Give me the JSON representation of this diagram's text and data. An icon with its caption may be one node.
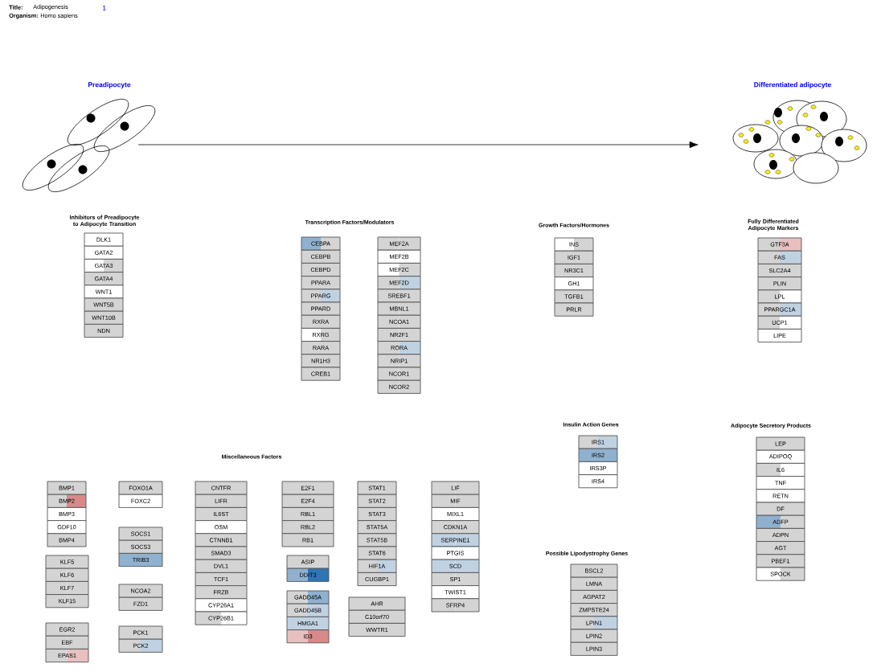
{
  "diagram": {
    "title": "Adipogenesis",
    "nodes": [
      {
        "text": [
          "Preadipocyte"
        ]
      },
      {
        "text": [
          "Differentiated adipocyte"
        ]
      },
      {
        "text": [
          "DLK1"
        ]
      },
      {
        "text": [
          "GATA2"
        ]
      },
      {
        "text": [
          "GATA3"
        ]
      },
      {
        "text": [
          "GATA4"
        ]
      },
      {
        "text": [
          "WNT1"
        ]
      },
      {
        "text": [
          "WNT5B"
        ]
      },
      {
        "text": [
          "WNT10B"
        ]
      },
      {
        "text": [
          "NDN"
        ]
      },
      {
        "text": [
          "CEBPA"
        ]
      },
      {
        "text": [
          "CEBPB"
        ]
      },
      {
        "text": [
          "CEBPD"
        ]
      },
      {
        "text": [
          "PPARA"
        ]
      },
      {
        "text": [
          "PPARG"
        ]
      },
      {
        "text": [
          "PPARD"
        ]
      },
      {
        "text": [
          "RXRA"
        ]
      },
      {
        "text": [
          "RXRG"
        ]
      },
      {
        "text": [
          "RARA"
        ]
      },
      {
        "text": [
          "NR1H3"
        ]
      },
      {
        "text": [
          "CREB1"
        ]
      },
      {
        "text": [
          "MEF2A"
        ]
      },
      {
        "text": [
          "MEF2B"
        ]
      },
      {
        "text": [
          "MEF2C"
        ]
      },
      {
        "text": [
          "MEF2D"
        ]
      },
      {
        "text": [
          "SREBF1"
        ]
      },
      {
        "text": [
          "MBNL1"
        ]
      },
      {
        "text": [
          "NCOA1"
        ]
      },
      {
        "text": [
          "NR2F1"
        ]
      },
      {
        "text": [
          "RORA"
        ]
      },
      {
        "text": [
          "NRIP1"
        ]
      },
      {
        "text": [
          "NCOR1"
        ]
      },
      {
        "text": [
          "NCOR2"
        ]
      },
      {
        "text": [
          "INS"
        ]
      },
      {
        "text": [
          "IGF1"
        ]
      },
      {
        "text": [
          "NR3C1"
        ]
      },
      {
        "text": [
          "GH1"
        ]
      },
      {
        "text": [
          "TGFB1"
        ]
      },
      {
        "text": [
          "PRLR"
        ]
      },
      {
        "text": [
          "GTF3A"
        ]
      },
      {
        "text": [
          "FAS"
        ]
      },
      {
        "text": [
          "SLC2A4"
        ]
      },
      {
        "text": [
          "PLIN"
        ]
      },
      {
        "text": [
          "LPL"
        ]
      },
      {
        "text": [
          "PPARGC1A"
        ]
      },
      {
        "text": [
          "UCP1"
        ]
      },
      {
        "text": [
          "LIPE"
        ]
      },
      {
        "text": [
          "IRS1"
        ]
      },
      {
        "text": [
          "IRS2"
        ]
      },
      {
        "text": [
          "IRS3P"
        ]
      },
      {
        "text": [
          "IRS4"
        ]
      },
      {
        "text": [
          "LEP"
        ]
      },
      {
        "text": [
          "ADIPOQ"
        ]
      },
      {
        "text": [
          "IL6"
        ]
      },
      {
        "text": [
          "TNF"
        ]
      },
      {
        "text": [
          "RETN"
        ]
      },
      {
        "text": [
          "DF"
        ]
      },
      {
        "text": [
          "ADFP"
        ]
      },
      {
        "text": [
          "ADPN"
        ]
      },
      {
        "text": [
          "AGT"
        ]
      },
      {
        "text": [
          "PBEF1"
        ]
      },
      {
        "text": [
          "SPOCK"
        ]
      },
      {
        "text": [
          "BSCL2"
        ]
      },
      {
        "text": [
          "LMNA"
        ]
      },
      {
        "text": [
          "AGPAT2"
        ]
      },
      {
        "text": [
          "ZMPSTE24"
        ]
      },
      {
        "text": [
          "LPIN1"
        ]
      },
      {
        "text": [
          "LPIN2"
        ]
      },
      {
        "text": [
          "LPIN3"
        ]
      },
      {
        "text": [
          "BMP1"
        ]
      },
      {
        "text": [
          "BMP2"
        ]
      },
      {
        "text": [
          "BMP3"
        ]
      },
      {
        "text": [
          "GDF10"
        ]
      },
      {
        "text": [
          "BMP4"
        ]
      },
      {
        "text": [
          "KLF5"
        ]
      },
      {
        "text": [
          "KLF6"
        ]
      },
      {
        "text": [
          "KLF7"
        ]
      },
      {
        "text": [
          "KLF15"
        ]
      },
      {
        "text": [
          "EGR2"
        ]
      },
      {
        "text": [
          "EBF"
        ]
      },
      {
        "text": [
          "EPAS1"
        ]
      },
      {
        "text": [
          "FOXO1A"
        ]
      },
      {
        "text": [
          "FOXC2"
        ]
      },
      {
        "text": [
          "SOCS1"
        ]
      },
      {
        "text": [
          "SOCS3"
        ]
      },
      {
        "text": [
          "TRIB3"
        ]
      },
      {
        "text": [
          "NCOA2"
        ]
      },
      {
        "text": [
          "FZD1"
        ]
      },
      {
        "text": [
          "PCK1"
        ]
      },
      {
        "text": [
          "PCK2"
        ]
      },
      {
        "text": [
          "CNTFR"
        ]
      },
      {
        "text": [
          "LIFR"
        ]
      },
      {
        "text": [
          "IL6ST"
        ]
      },
      {
        "text": [
          "OSM"
        ]
      },
      {
        "text": [
          "CTNNB1"
        ]
      },
      {
        "text": [
          "SMAD3"
        ]
      },
      {
        "text": [
          "DVL1"
        ]
      },
      {
        "text": [
          "TCF1"
        ]
      },
      {
        "text": [
          "FRZB"
        ]
      },
      {
        "text": [
          "CYP26A1"
        ]
      },
      {
        "text": [
          "CYP26B1"
        ]
      },
      {
        "text": [
          "E2F1"
        ]
      },
      {
        "text": [
          "E2F4"
        ]
      },
      {
        "text": [
          "RBL1"
        ]
      },
      {
        "text": [
          "RBL2"
        ]
      },
      {
        "text": [
          "RB1"
        ]
      },
      {
        "text": [
          "ASIP"
        ]
      },
      {
        "text": [
          "DDIT3"
        ]
      },
      {
        "text": [
          "GADD45A"
        ]
      },
      {
        "text": [
          "GADD45B"
        ]
      },
      {
        "text": [
          "HMGA1"
        ]
      },
      {
        "text": [
          "ID3"
        ]
      },
      {
        "text": [
          "STAT1"
        ]
      },
      {
        "text": [
          "STAT2"
        ]
      },
      {
        "text": [
          "STAT3"
        ]
      },
      {
        "text": [
          "STAT5A"
        ]
      },
      {
        "text": [
          "STAT5B"
        ]
      },
      {
        "text": [
          "STAT6"
        ]
      },
      {
        "text": [
          "HIF1A"
        ]
      },
      {
        "text": [
          "CUGBP1"
        ]
      },
      {
        "text": [
          "AHR"
        ]
      },
      {
        "text": [
          "C10orf70"
        ]
      },
      {
        "text": [
          "WWTR1"
        ]
      },
      {
        "text": [
          "LIF"
        ]
      },
      {
        "text": [
          "MIF"
        ]
      },
      {
        "text": [
          "MIXL1"
        ]
      },
      {
        "text": [
          "CDKN1A"
        ]
      },
      {
        "text": [
          "SERPINE1"
        ]
      },
      {
        "text": [
          "PTGIS"
        ]
      },
      {
        "text": [
          "SCD"
        ]
      },
      {
        "text": [
          "SP1"
        ]
      },
      {
        "text": [
          "TWIST1"
        ]
      },
      {
        "text": [
          "SFRP4"
        ]
      }
    ],
    "edges": [
      {
        "from": 0,
        "to": 1,
        "arrow": "to"
      }
    ],
    "labels": [
      "**Title:**",
      "**Organism:** Homo sapiens",
      "1",
      "Inhibitors of Preadipocyte to Adipocyte Transition",
      "Transcription Factors/Modulators",
      "Growth Factors/Hormones",
      "Fully Differentiated Adipocyte Markers",
      "Insulin Action Genes",
      "Adipocyte Secretory Products",
      "Miscellaneous Factors",
      "Possible Lipodystrophy Genes"
    ]
  }
}
